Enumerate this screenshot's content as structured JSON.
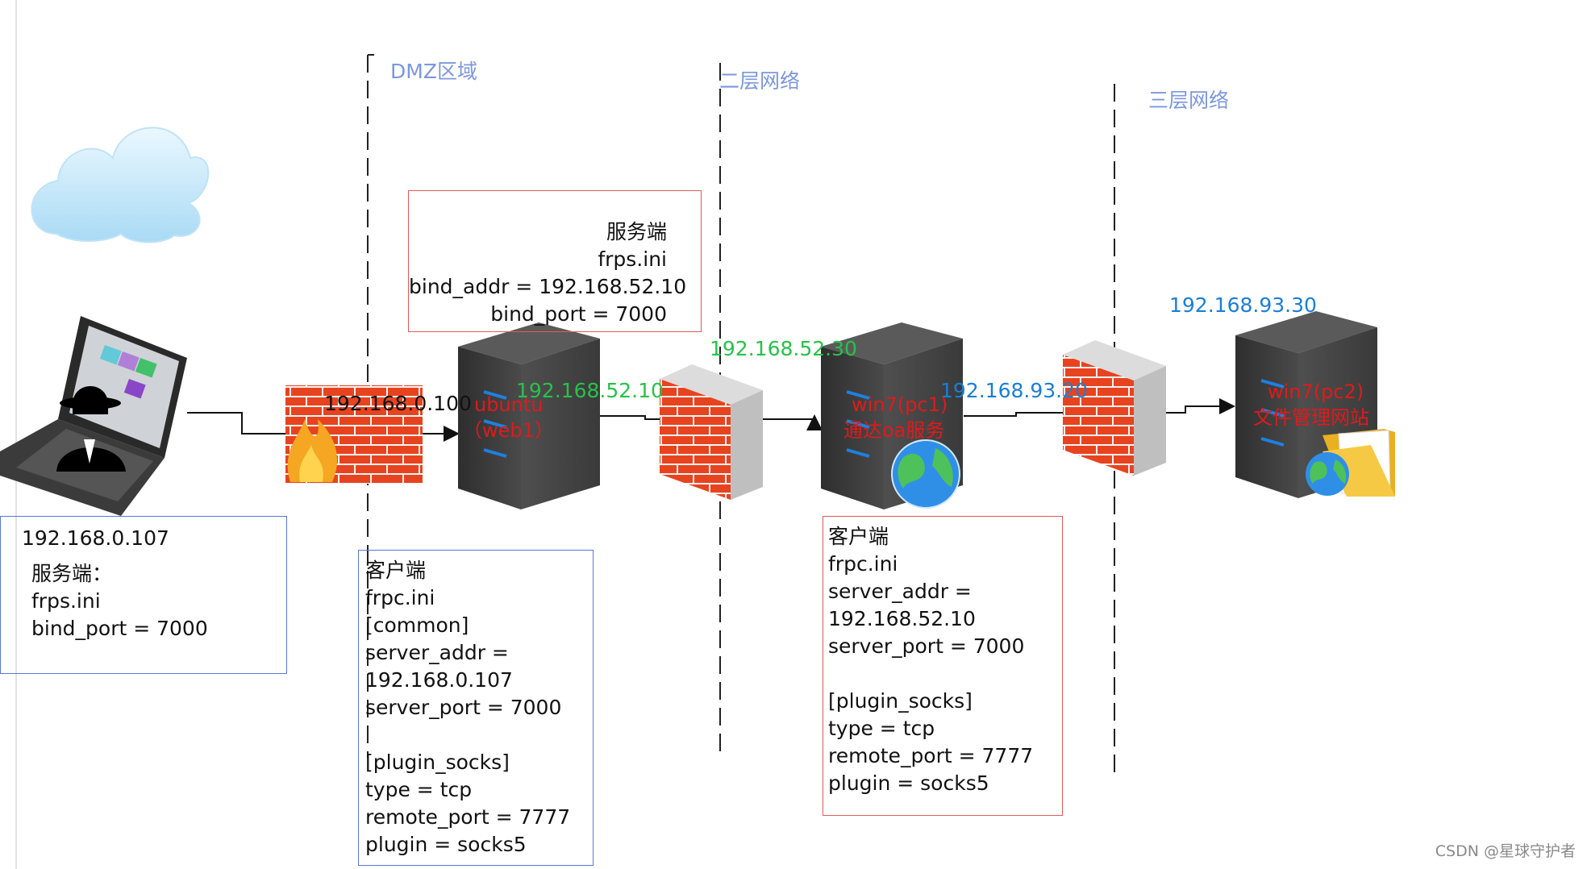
{
  "zones": {
    "dmz": "DMZ区域",
    "layer2": "二层网络",
    "layer3": "三层网络"
  },
  "attacker": {
    "ip": "192.168.0.107",
    "lines": [
      "服务端：",
      "frps.ini",
      "bind_port = 7000"
    ]
  },
  "web1": {
    "ip_left": "192.168.0.100",
    "ip_right": "192.168.52.10",
    "name": "ubuntu",
    "role": "（web1）",
    "server_box": [
      "服务端",
      "frps.ini",
      "bind_addr = 192.168.52.10",
      "bind_port = 7000"
    ],
    "client_box": [
      "客户端",
      "frpc.ini",
      "[common]",
      "server_addr =",
      "192.168.0.107",
      "server_port = 7000",
      "",
      "[plugin_socks]",
      "type = tcp",
      "remote_port = 7777",
      "plugin = socks5"
    ]
  },
  "pc1": {
    "ip_left": "192.168.52.30",
    "ip_right": "192.168.93.20",
    "name": "win7(pc1)",
    "role": "通达oa服务",
    "client_box": [
      "客户端",
      "frpc.ini",
      "server_addr =",
      "192.168.52.10",
      "server_port = 7000",
      "",
      "[plugin_socks]",
      "type = tcp",
      "remote_port = 7777",
      "plugin = socks5"
    ]
  },
  "pc2": {
    "ip": "192.168.93.30",
    "name": "win7(pc2)",
    "role": "文件管理网站"
  },
  "watermark": "CSDN @星球守护者"
}
